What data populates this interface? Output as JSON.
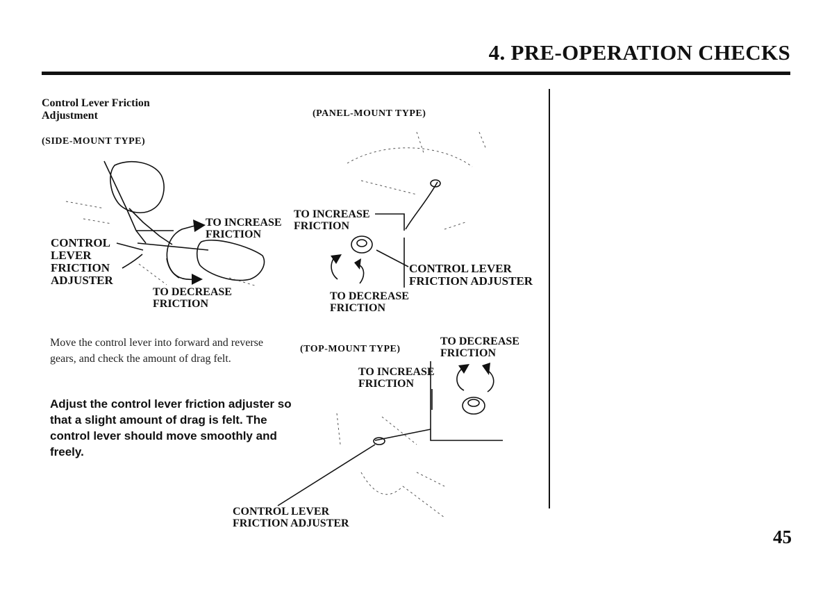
{
  "header": {
    "title": "4. PRE-OPERATION CHECKS"
  },
  "section": {
    "title_line1": "Control Lever Friction",
    "title_line2": "Adjustment"
  },
  "side_mount": {
    "caption": "(SIDE-MOUNT TYPE)",
    "increase_line1": "TO INCREASE",
    "increase_line2": "FRICTION",
    "decrease_line1": "TO DECREASE",
    "decrease_line2": "FRICTION",
    "adjuster_line1": "CONTROL",
    "adjuster_line2": "LEVER",
    "adjuster_line3": "FRICTION",
    "adjuster_line4": "ADJUSTER"
  },
  "panel_mount": {
    "caption": "(PANEL-MOUNT TYPE)",
    "increase_line1": "TO INCREASE",
    "increase_line2": "FRICTION",
    "decrease_line1": "TO DECREASE",
    "decrease_line2": "FRICTION",
    "adjuster_line1": "CONTROL LEVER",
    "adjuster_line2": "FRICTION ADJUSTER"
  },
  "top_mount": {
    "caption": "(TOP-MOUNT TYPE)",
    "increase_line1": "TO INCREASE",
    "increase_line2": "FRICTION",
    "decrease_line1": "TO DECREASE",
    "decrease_line2": "FRICTION",
    "adjuster_line1": "CONTROL LEVER",
    "adjuster_line2": "FRICTION ADJUSTER"
  },
  "body": {
    "paragraph": "Move the control lever into forward and reverse gears, and check the amount of drag felt.",
    "note": "Adjust the control lever friction adjuster so that a slight amount of drag is felt. The control lever should move smoothly and freely."
  },
  "page_number": "45"
}
